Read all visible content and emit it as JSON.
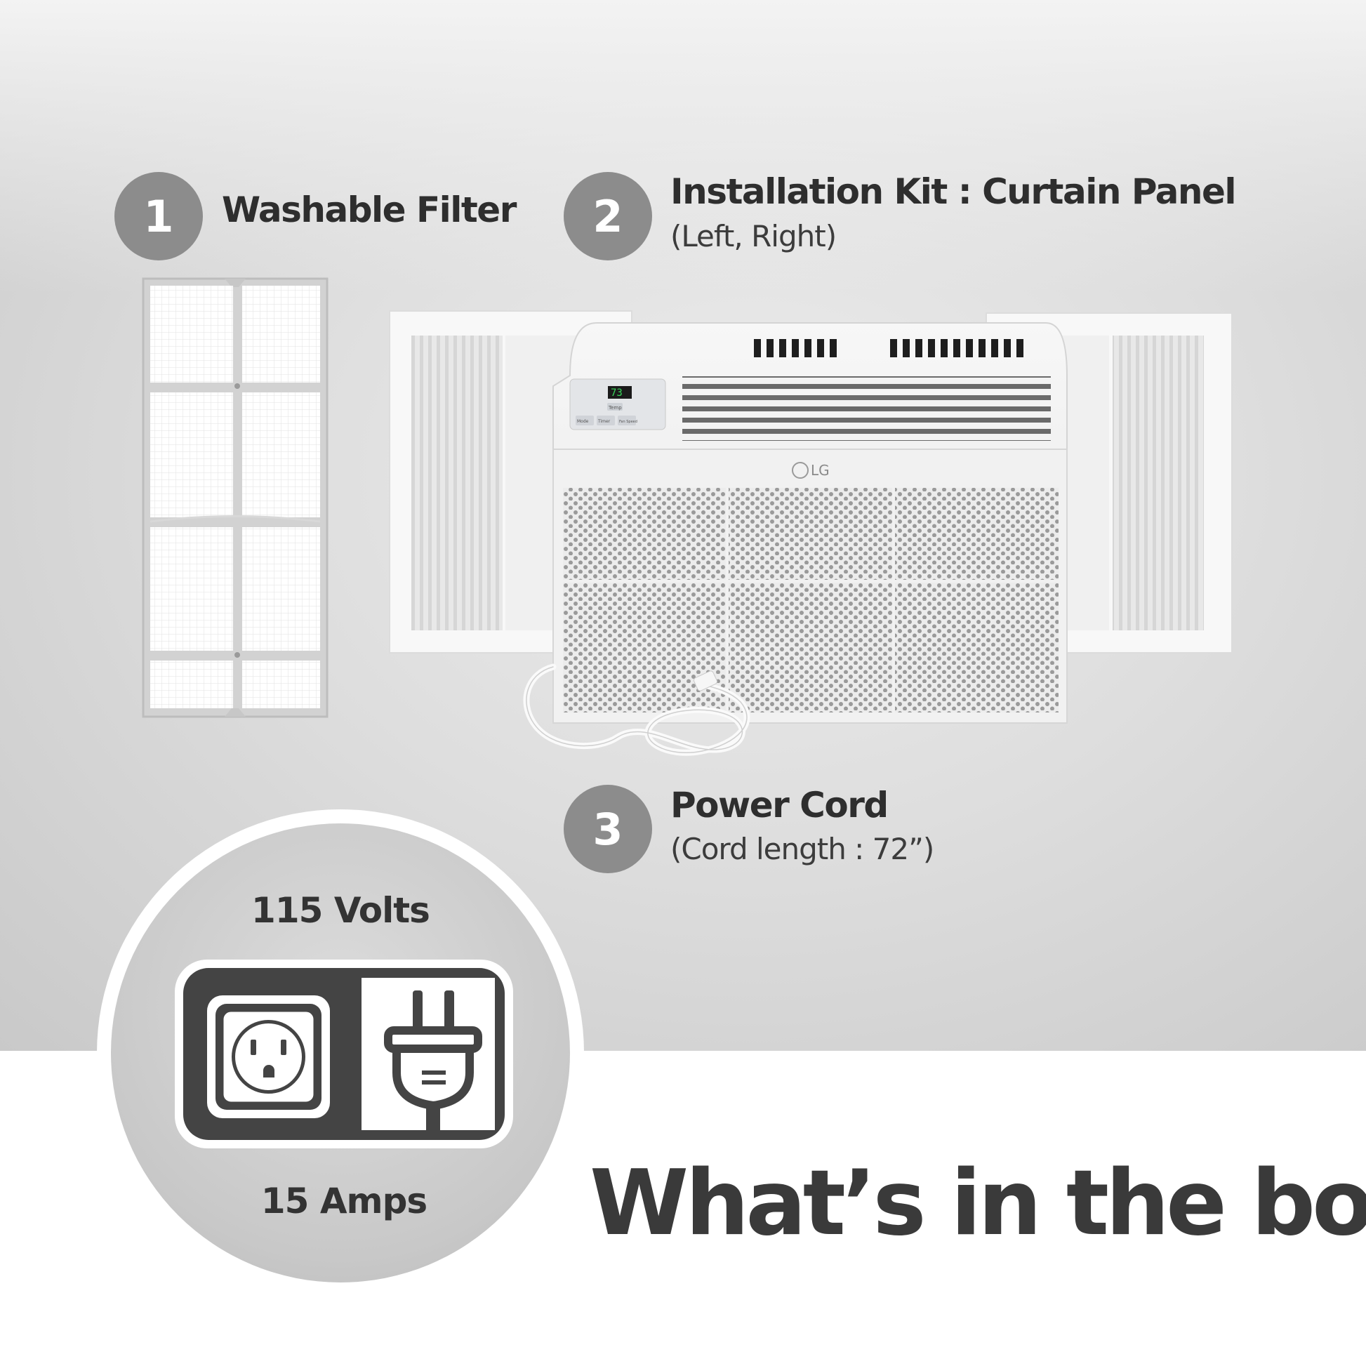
{
  "items": [
    {
      "number": "1",
      "title": "Washable Filter",
      "subtitle": "",
      "icon": "filter-icon"
    },
    {
      "number": "2",
      "title": "Installation Kit : Curtain Panel",
      "subtitle": "(Left, Right)",
      "icon": "curtain-panel-icon"
    },
    {
      "number": "3",
      "title": "Power Cord",
      "subtitle": "(Cord length : 72”)",
      "icon": "power-cord-icon"
    }
  ],
  "product": {
    "brand": "LG",
    "display_reading": "73",
    "control_buttons": [
      "Mode",
      "Timer",
      "Fan Speed"
    ],
    "temp_button": "Temp"
  },
  "power": {
    "voltage": "115 Volts",
    "current": "15 Amps",
    "icons": [
      "outlet-icon",
      "plug-icon"
    ]
  },
  "headline": "What’s in the box",
  "colors": {
    "badge": "#8c8c8c",
    "text_dark": "#2e2e2e",
    "icon_dark": "#444444",
    "backdrop": "#dedede"
  }
}
